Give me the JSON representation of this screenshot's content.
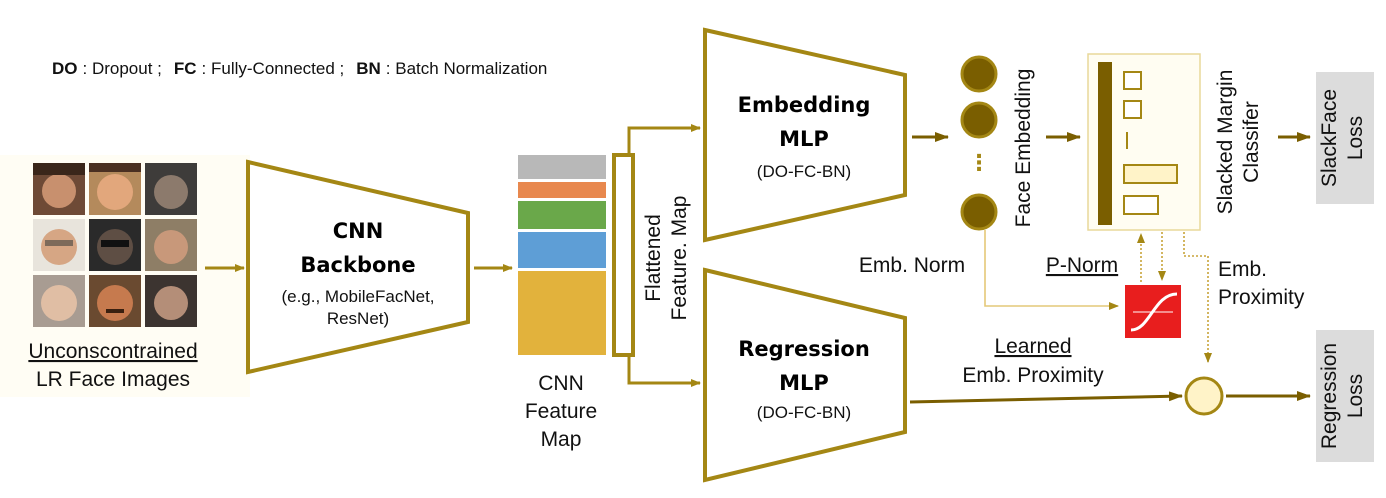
{
  "colors": {
    "accent": "#A48714",
    "dark": "#7A5E00",
    "loss_bg": "#DCDCDC",
    "pnorm_red": "#E81E1E",
    "cream": "#FFF3C8"
  },
  "legend": {
    "do_abbr": "DO",
    "do_text": ": Dropout ;",
    "fc_abbr": "FC",
    "fc_text": ": Fully-Connected ;",
    "bn_abbr": "BN",
    "bn_text": ": Batch Normalization"
  },
  "input": {
    "label_line1": "Unconscontrained",
    "label_line2": "LR Face Images"
  },
  "backbone": {
    "title_line1": "CNN",
    "title_line2": "Backbone",
    "sub_line1": "(e.g., MobileFacNet,",
    "sub_line2": "ResNet)"
  },
  "feature_map": {
    "label_line1": "CNN",
    "label_line2": "Feature",
    "label_line3": "Map"
  },
  "flattened": {
    "label_line1": "Flattened",
    "label_line2": "Feature. Map"
  },
  "embedding_mlp": {
    "title_line1": "Embedding",
    "title_line2": "MLP",
    "sub": "(DO-FC-BN)"
  },
  "regression_mlp": {
    "title_line1": "Regression",
    "title_line2": "MLP",
    "sub": "(DO-FC-BN)"
  },
  "face_embedding": {
    "label": "Face Embedding",
    "ellipsis": "⋮"
  },
  "classifier": {
    "label_line1": "Slacked Margin",
    "label_line2": "Classifer"
  },
  "slackface_loss": {
    "line1": "SlackFace",
    "line2": "Loss"
  },
  "regression_loss": {
    "line1": "Regression",
    "line2": "Loss"
  },
  "emb_norm": "Emb. Norm",
  "p_norm": "P-Norm",
  "emb_proximity": {
    "line1": "Emb.",
    "line2": "Proximity"
  },
  "learned_proximity": {
    "line1": "Learned",
    "line2": "Emb. Proximity"
  }
}
